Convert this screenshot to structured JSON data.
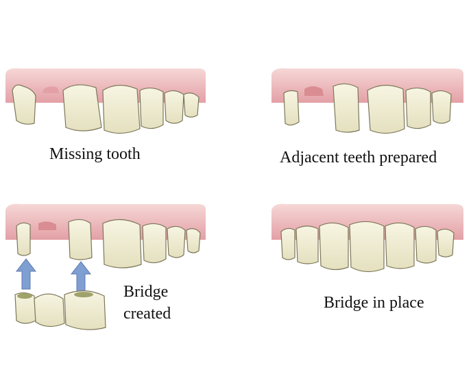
{
  "captions": {
    "missing": "Missing tooth",
    "prepared": "Adjacent teeth prepared",
    "created_line1": "Bridge",
    "created_line2": "created",
    "in_place": "Bridge in place"
  },
  "colors": {
    "gum": "#eab3b5",
    "gum_dark": "#d98c92",
    "tooth": "#f2f0d6",
    "tooth_shadow": "#d9d6b0",
    "outline": "#6f6a4c",
    "arrow": "#7f9fd3"
  }
}
